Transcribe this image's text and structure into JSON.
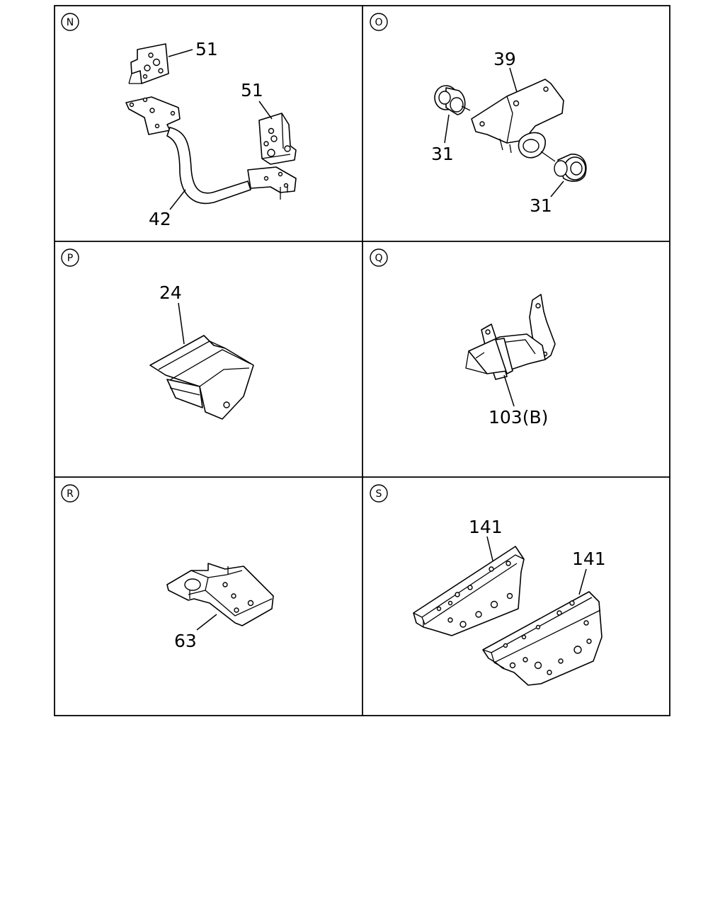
{
  "panels": [
    {
      "letter": "N",
      "callouts": [
        "51",
        "51",
        "42"
      ]
    },
    {
      "letter": "O",
      "callouts": [
        "39",
        "31",
        "31"
      ]
    },
    {
      "letter": "P",
      "callouts": [
        "24"
      ]
    },
    {
      "letter": "Q",
      "callouts": [
        "103(B)"
      ]
    },
    {
      "letter": "R",
      "callouts": [
        "63"
      ]
    },
    {
      "letter": "S",
      "callouts": [
        "141",
        "141"
      ]
    }
  ]
}
